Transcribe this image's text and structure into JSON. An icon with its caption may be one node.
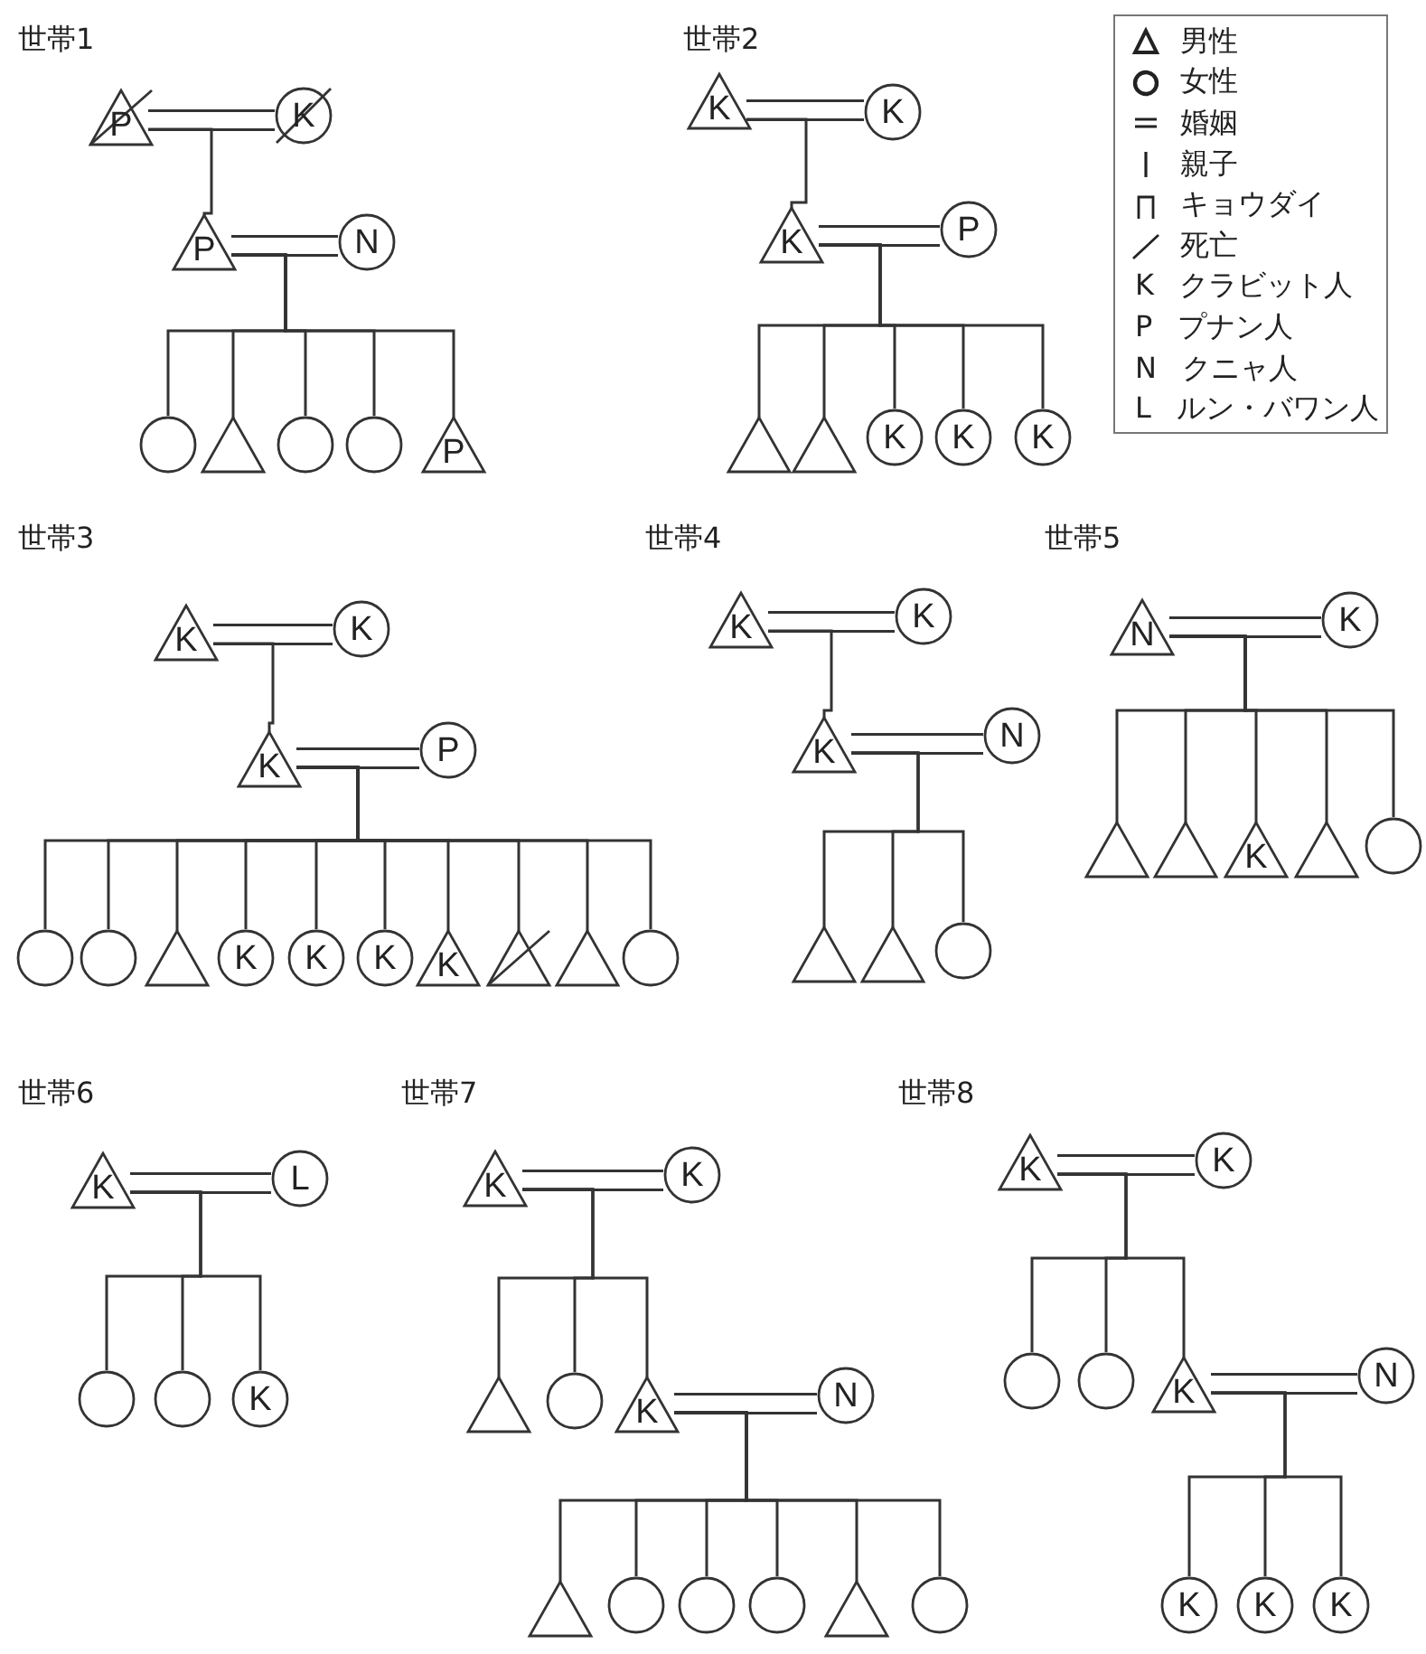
{
  "diagram": {
    "nodes": [
      {
        "text": [
          "P"
        ]
      },
      {
        "text": [
          "K"
        ]
      },
      {
        "text": [
          "P"
        ]
      },
      {
        "text": [
          "N"
        ]
      },
      {
        "text": [],
        "shape": "circle"
      },
      {
        "text": [],
        "shape": "triangle"
      },
      {
        "text": [],
        "shape": "circle"
      },
      {
        "text": [],
        "shape": "circle"
      },
      {
        "text": [
          "P"
        ]
      },
      {
        "text": [
          "K"
        ]
      },
      {
        "text": [
          "K"
        ]
      },
      {
        "text": [
          "K"
        ]
      },
      {
        "text": [
          "P"
        ]
      },
      {
        "text": [],
        "shape": "triangle"
      },
      {
        "text": [],
        "shape": "triangle"
      },
      {
        "text": [
          "K"
        ]
      },
      {
        "text": [
          "K"
        ]
      },
      {
        "text": [
          "K"
        ]
      },
      {
        "text": [
          "K"
        ]
      },
      {
        "text": [
          "K"
        ]
      },
      {
        "text": [
          "K"
        ]
      },
      {
        "text": [
          "P"
        ]
      },
      {
        "text": [],
        "shape": "circle"
      },
      {
        "text": [],
        "shape": "circle"
      },
      {
        "text": [],
        "shape": "triangle"
      },
      {
        "text": [
          "K"
        ]
      },
      {
        "text": [
          "K"
        ]
      },
      {
        "text": [
          "K"
        ]
      },
      {
        "text": [
          "K"
        ]
      },
      {
        "text": [],
        "shape": "triangle"
      },
      {
        "text": [],
        "shape": "triangle"
      },
      {
        "text": [],
        "shape": "circle"
      },
      {
        "text": [
          "K"
        ]
      },
      {
        "text": [
          "K"
        ]
      },
      {
        "text": [
          "K"
        ]
      },
      {
        "text": [
          "N"
        ]
      },
      {
        "text": [],
        "shape": "triangle"
      },
      {
        "text": [],
        "shape": "triangle"
      },
      {
        "text": [],
        "shape": "circle"
      },
      {
        "text": [
          "N"
        ]
      },
      {
        "text": [
          "K"
        ]
      },
      {
        "text": [],
        "shape": "triangle"
      },
      {
        "text": [],
        "shape": "triangle"
      },
      {
        "text": [
          "K"
        ]
      },
      {
        "text": [],
        "shape": "triangle"
      },
      {
        "text": [],
        "shape": "circle"
      },
      {
        "text": [
          "K"
        ]
      },
      {
        "text": [
          "L"
        ]
      },
      {
        "text": [],
        "shape": "circle"
      },
      {
        "text": [],
        "shape": "circle"
      },
      {
        "text": [
          "K"
        ]
      },
      {
        "text": [
          "K"
        ]
      },
      {
        "text": [
          "K"
        ]
      },
      {
        "text": [],
        "shape": "triangle"
      },
      {
        "text": [],
        "shape": "circle"
      },
      {
        "text": [
          "K"
        ]
      },
      {
        "text": [
          "N"
        ]
      },
      {
        "text": [],
        "shape": "triangle"
      },
      {
        "text": [],
        "shape": "circle"
      },
      {
        "text": [],
        "shape": "circle"
      },
      {
        "text": [],
        "shape": "circle"
      },
      {
        "text": [],
        "shape": "triangle"
      },
      {
        "text": [],
        "shape": "circle"
      },
      {
        "text": [
          "K"
        ]
      },
      {
        "text": [
          "K"
        ]
      },
      {
        "text": [],
        "shape": "circle"
      },
      {
        "text": [],
        "shape": "circle"
      },
      {
        "text": [
          "K"
        ]
      },
      {
        "text": [
          "N"
        ]
      },
      {
        "text": [
          "K"
        ]
      },
      {
        "text": [
          "K"
        ]
      },
      {
        "text": [
          "K"
        ]
      }
    ],
    "edges": [
      {
        "from": 0,
        "to": 1,
        "arrow": "none"
      },
      {
        "from": 0,
        "to": 2,
        "arrow": "none"
      },
      {
        "from": 2,
        "to": 3,
        "arrow": "none"
      },
      {
        "from": 2,
        "to": 4,
        "arrow": "none"
      },
      {
        "from": 2,
        "to": 5,
        "arrow": "none"
      },
      {
        "from": 2,
        "to": 6,
        "arrow": "none"
      },
      {
        "from": 2,
        "to": 7,
        "arrow": "none"
      },
      {
        "from": 2,
        "to": 8,
        "arrow": "none"
      },
      {
        "from": 9,
        "to": 10,
        "arrow": "none"
      },
      {
        "from": 9,
        "to": 11,
        "arrow": "none"
      },
      {
        "from": 11,
        "to": 12,
        "arrow": "none"
      },
      {
        "from": 11,
        "to": 13,
        "arrow": "none"
      },
      {
        "from": 11,
        "to": 14,
        "arrow": "none"
      },
      {
        "from": 11,
        "to": 15,
        "arrow": "none"
      },
      {
        "from": 11,
        "to": 16,
        "arrow": "none"
      },
      {
        "from": 11,
        "to": 17,
        "arrow": "none"
      },
      {
        "from": 18,
        "to": 19,
        "arrow": "none"
      },
      {
        "from": 18,
        "to": 20,
        "arrow": "none"
      },
      {
        "from": 20,
        "to": 21,
        "arrow": "none"
      },
      {
        "from": 20,
        "to": 22,
        "arrow": "none"
      },
      {
        "from": 20,
        "to": 23,
        "arrow": "none"
      },
      {
        "from": 20,
        "to": 24,
        "arrow": "none"
      },
      {
        "from": 20,
        "to": 25,
        "arrow": "none"
      },
      {
        "from": 20,
        "to": 26,
        "arrow": "none"
      },
      {
        "from": 20,
        "to": 27,
        "arrow": "none"
      },
      {
        "from": 20,
        "to": 28,
        "arrow": "none"
      },
      {
        "from": 20,
        "to": 29,
        "arrow": "none"
      },
      {
        "from": 20,
        "to": 30,
        "arrow": "none"
      },
      {
        "from": 20,
        "to": 31,
        "arrow": "none"
      },
      {
        "from": 32,
        "to": 33,
        "arrow": "none"
      },
      {
        "from": 32,
        "to": 34,
        "arrow": "none"
      },
      {
        "from": 34,
        "to": 35,
        "arrow": "none"
      },
      {
        "from": 34,
        "to": 36,
        "arrow": "none"
      },
      {
        "from": 34,
        "to": 37,
        "arrow": "none"
      },
      {
        "from": 34,
        "to": 38,
        "arrow": "none"
      },
      {
        "from": 39,
        "to": 40,
        "arrow": "none"
      },
      {
        "from": 39,
        "to": 41,
        "arrow": "none"
      },
      {
        "from": 39,
        "to": 42,
        "arrow": "none"
      },
      {
        "from": 39,
        "to": 43,
        "arrow": "none"
      },
      {
        "from": 39,
        "to": 44,
        "arrow": "none"
      },
      {
        "from": 39,
        "to": 45,
        "arrow": "none"
      },
      {
        "from": 46,
        "to": 47,
        "arrow": "none"
      },
      {
        "from": 46,
        "to": 48,
        "arrow": "none"
      },
      {
        "from": 46,
        "to": 49,
        "arrow": "none"
      },
      {
        "from": 46,
        "to": 50,
        "arrow": "none"
      },
      {
        "from": 51,
        "to": 52,
        "arrow": "none"
      },
      {
        "from": 51,
        "to": 53,
        "arrow": "none"
      },
      {
        "from": 51,
        "to": 54,
        "arrow": "none"
      },
      {
        "from": 51,
        "to": 55,
        "arrow": "none"
      },
      {
        "from": 55,
        "to": 56,
        "arrow": "none"
      },
      {
        "from": 55,
        "to": 57,
        "arrow": "none"
      },
      {
        "from": 55,
        "to": 58,
        "arrow": "none"
      },
      {
        "from": 55,
        "to": 59,
        "arrow": "none"
      },
      {
        "from": 55,
        "to": 60,
        "arrow": "none"
      },
      {
        "from": 55,
        "to": 61,
        "arrow": "none"
      },
      {
        "from": 55,
        "to": 62,
        "arrow": "none"
      },
      {
        "from": 63,
        "to": 64,
        "arrow": "none"
      },
      {
        "from": 63,
        "to": 65,
        "arrow": "none"
      },
      {
        "from": 63,
        "to": 66,
        "arrow": "none"
      },
      {
        "from": 63,
        "to": 67,
        "arrow": "none"
      },
      {
        "from": 67,
        "to": 68,
        "arrow": "none"
      },
      {
        "from": 67,
        "to": 69,
        "arrow": "none"
      },
      {
        "from": 67,
        "to": 70,
        "arrow": "none"
      },
      {
        "from": 67,
        "to": 71,
        "arrow": "none"
      }
    ],
    "labels": [
      "世帯1",
      "世帯2",
      "世帯3",
      "世帯4",
      "世帯5",
      "世帯6",
      "世帯7",
      "世帯8"
    ],
    "legend": [
      {
        "text": "男性"
      },
      {
        "text": "女性"
      },
      {
        "text": "婚姻"
      },
      {
        "text": "親子"
      },
      {
        "text": "キョウダイ"
      },
      {
        "text": "死亡"
      },
      {
        "text": "K クラビット人"
      },
      {
        "text": "P プナン人"
      },
      {
        "text": "N クニャ人"
      },
      {
        "text": "L ルン・バワン人"
      }
    ]
  }
}
